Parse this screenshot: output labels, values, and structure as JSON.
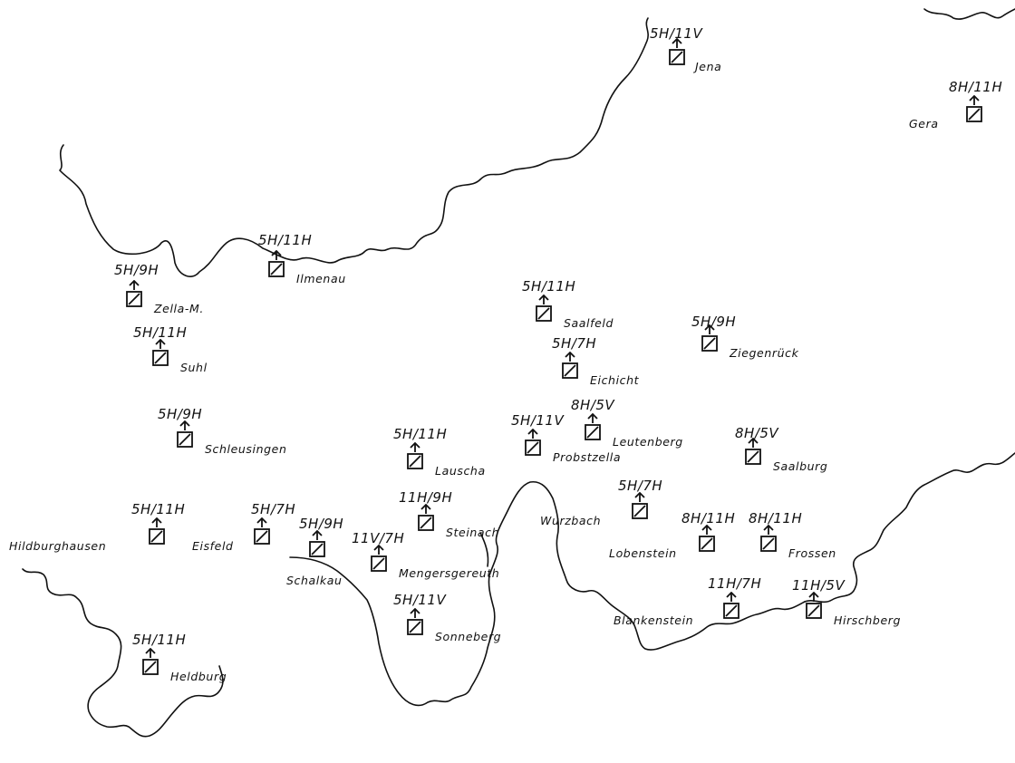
{
  "stations": [
    {
      "id": "jena",
      "name": "Jena",
      "code": "5H/11V"
    },
    {
      "id": "gera",
      "name": "Gera",
      "code": "8H/11H"
    },
    {
      "id": "ilmenau",
      "name": "Ilmenau",
      "code": "5H/11H"
    },
    {
      "id": "zella",
      "name": "Zella-M.",
      "code": "5H/9H"
    },
    {
      "id": "suhl",
      "name": "Suhl",
      "code": "5H/11H"
    },
    {
      "id": "schleusingen",
      "name": "Schleusingen",
      "code": "5H/9H"
    },
    {
      "id": "saalfeld",
      "name": "Saalfeld",
      "code": "5H/11H"
    },
    {
      "id": "ziegenrueck",
      "name": "Ziegenrück",
      "code": "5H/9H"
    },
    {
      "id": "eichicht",
      "name": "Eichicht",
      "code": "5H/7H"
    },
    {
      "id": "leutenberg",
      "name": "Leutenberg",
      "code": "8H/5V"
    },
    {
      "id": "probstzella",
      "name": "Probstzella",
      "code": "5H/11V"
    },
    {
      "id": "lauscha",
      "name": "Lauscha",
      "code": "5H/11H"
    },
    {
      "id": "saalburg",
      "name": "Saalburg",
      "code": "8H/5V"
    },
    {
      "id": "wurzbach",
      "name": "Wurzbach",
      "code": "5H/7H"
    },
    {
      "id": "hildburghausen",
      "name": "Hildburghausen",
      "code": "5H/11H"
    },
    {
      "id": "eisfeld",
      "name": "Eisfeld",
      "code": "5H/7H"
    },
    {
      "id": "schalkau",
      "name": "Schalkau",
      "code": "5H/9H"
    },
    {
      "id": "steinach",
      "name": "Steinach",
      "code": "11H/9H"
    },
    {
      "id": "mengersgereuth",
      "name": "Mengersgereuth",
      "code": "11V/7H"
    },
    {
      "id": "lobenstein",
      "name": "Lobenstein",
      "code": "8H/11H"
    },
    {
      "id": "frossen",
      "name": "Frossen",
      "code": "8H/11H"
    },
    {
      "id": "sonneberg",
      "name": "Sonneberg",
      "code": "5H/11V"
    },
    {
      "id": "blankenstein",
      "name": "Blankenstein",
      "code": "11H/7H"
    },
    {
      "id": "hirschberg",
      "name": "Hirschberg",
      "code": "11H/5V"
    },
    {
      "id": "heldburg",
      "name": "Heldburg",
      "code": "5H/11H"
    }
  ]
}
